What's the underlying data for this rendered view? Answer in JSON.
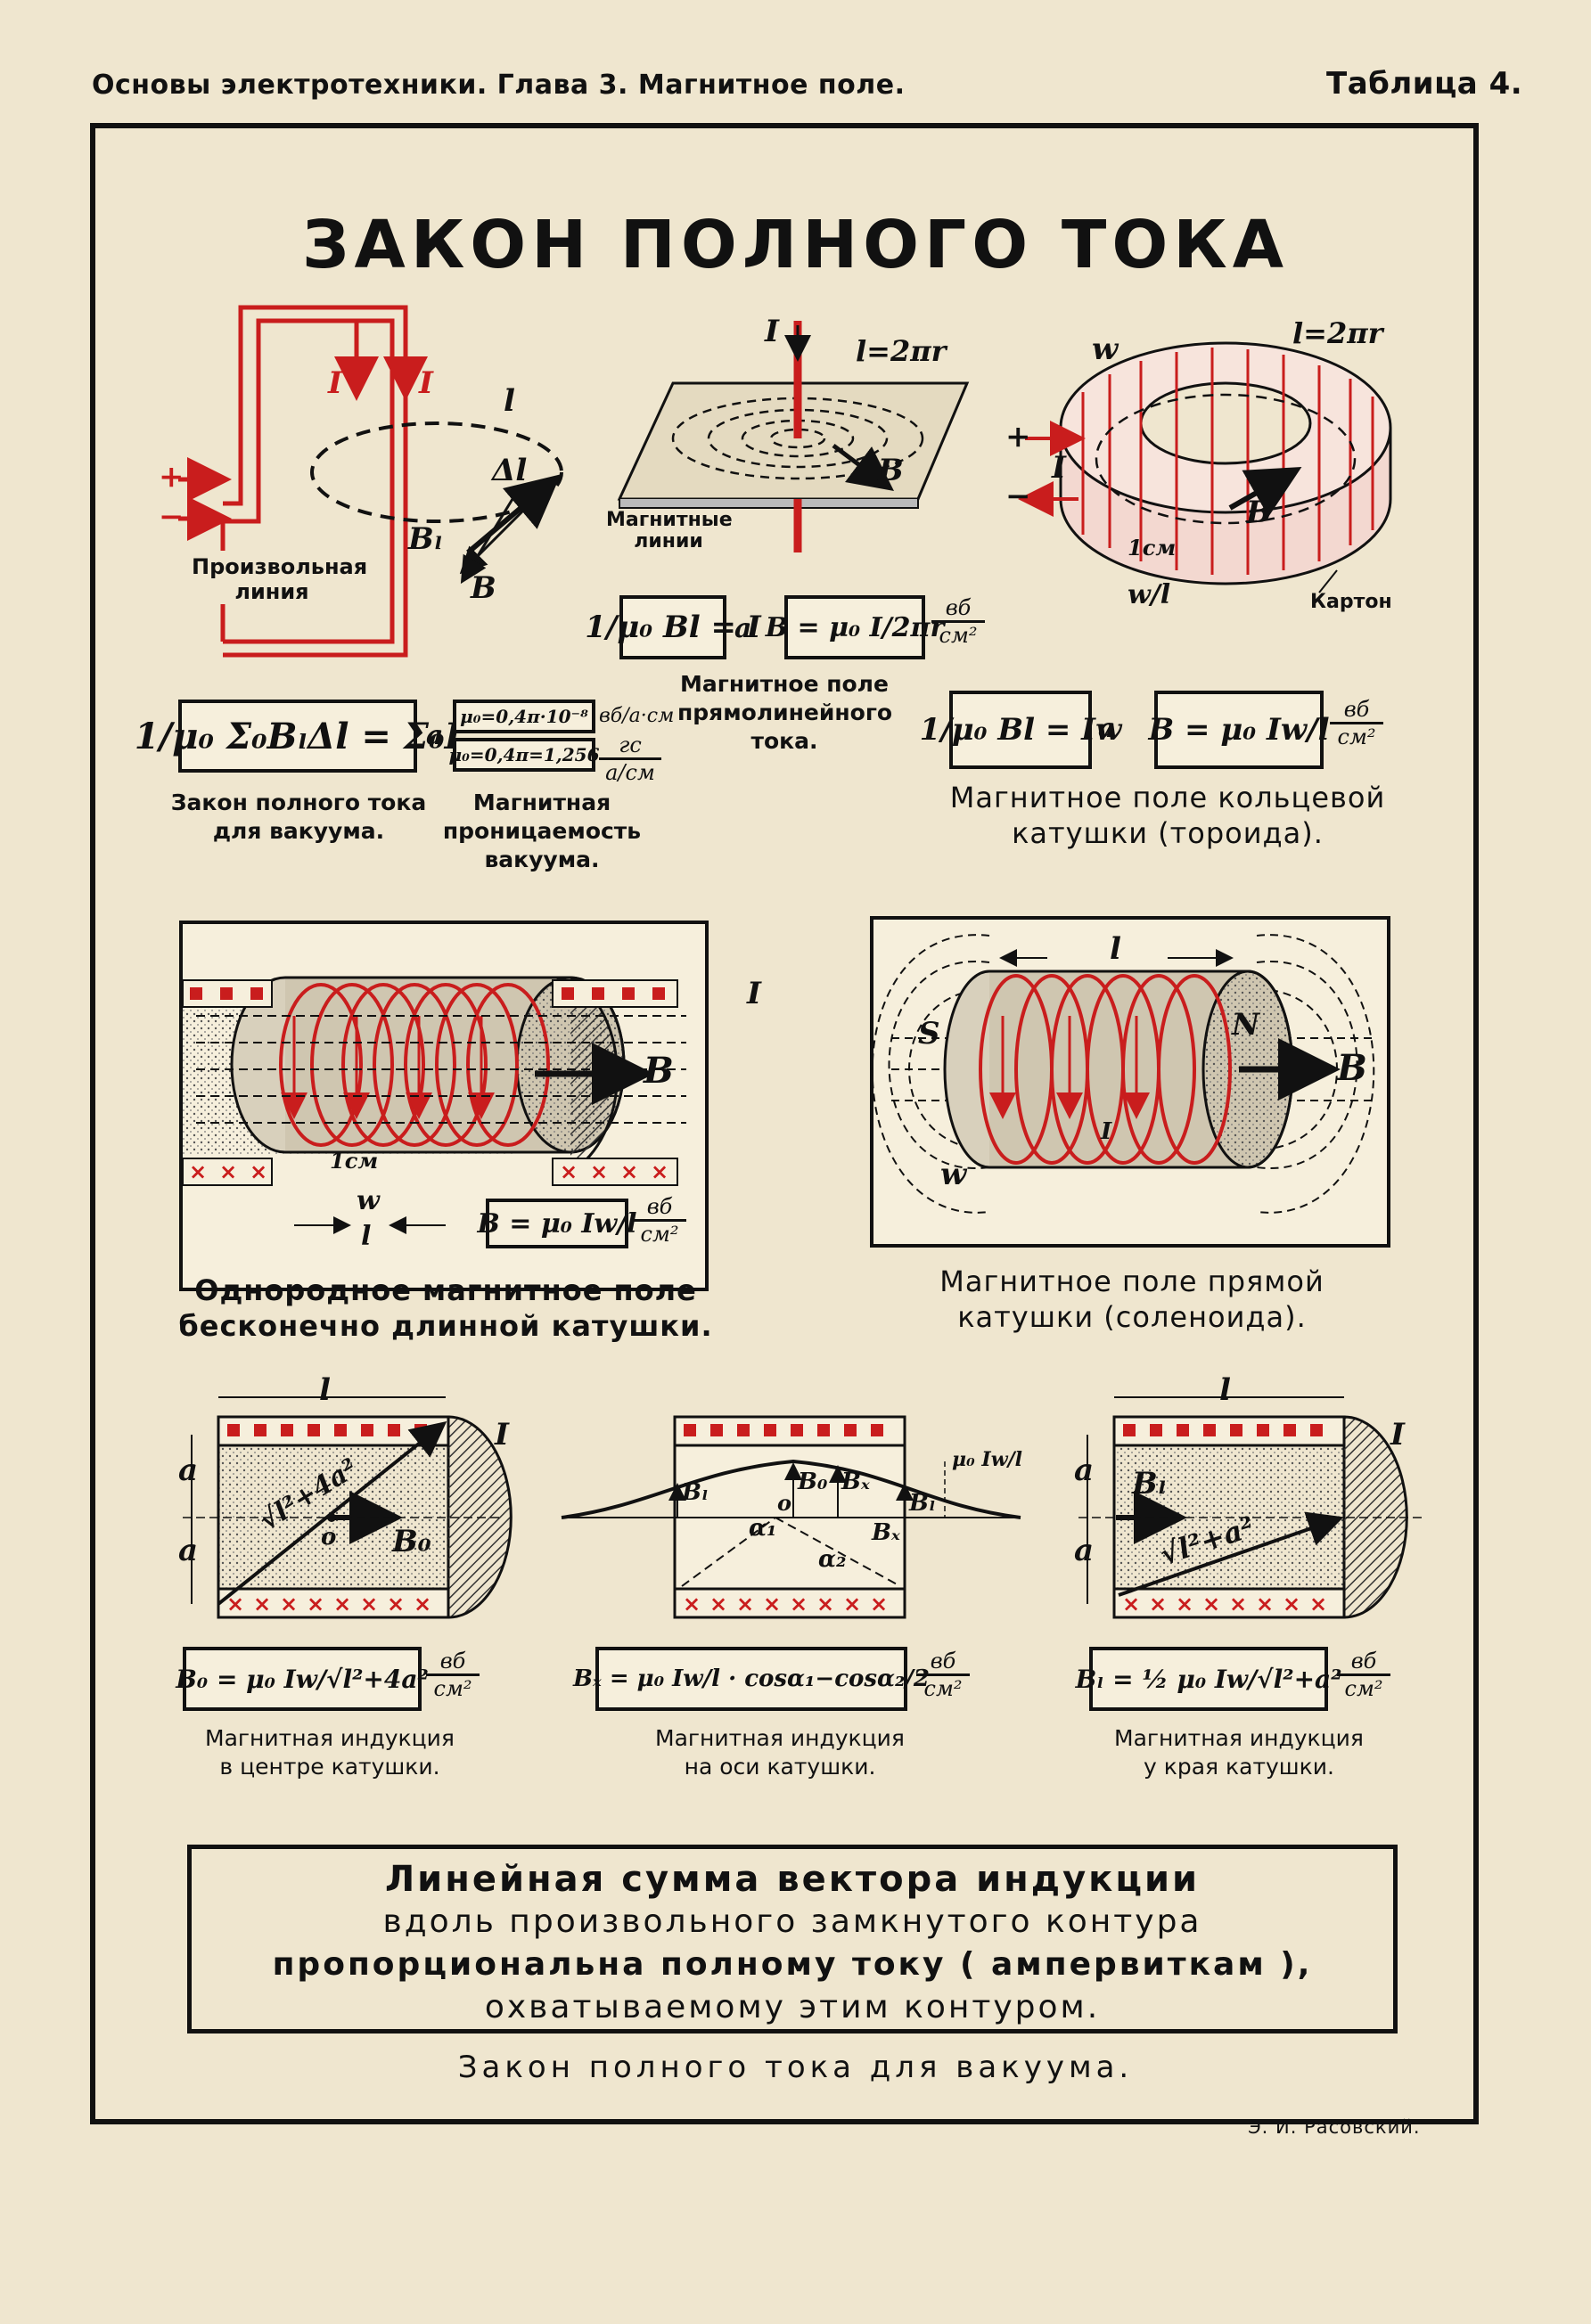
{
  "header": {
    "left": "Основы электротехники. Глава 3. Магнитное поле.",
    "right": "Таблица 4."
  },
  "title": "ЗАКОН ПОЛНОГО ТОКА",
  "fig1": {
    "labels": {
      "current1": "I",
      "current2": "I",
      "line": "l",
      "dl": "Δl",
      "bl": "Bₗ",
      "b": "B",
      "plus": "+",
      "minus": "−"
    },
    "box_caption": "Произвольная линия",
    "formula": "1/μ₀ Σ₀BₗΔl = Σ₀I",
    "formula_unit": "а",
    "caption": "Закон полного тока для вакуума."
  },
  "mu": {
    "line1": "μ₀=0,4π·10⁻⁸",
    "line1_unit": "вб/а·см",
    "line2": "μ₀=0,4π=1,256",
    "line2_unit_num": "гс",
    "line2_unit_den": "а/см",
    "caption": "Магнитная проницаемость вакуума."
  },
  "fig2": {
    "labels": {
      "current": "I",
      "l": "l=2πr",
      "b": "B"
    },
    "note": "Магнитные линии",
    "formula1": "1/μ₀ Bl = I",
    "formula1_unit": "а",
    "formula2": "B = μ₀ I/2πr",
    "unit_num": "вб",
    "unit_den": "см²",
    "caption": "Магнитное поле прямолинейного тока."
  },
  "fig3": {
    "labels": {
      "w": "w",
      "l": "l=2πr",
      "plus": "+",
      "minus": "−",
      "current": "I",
      "b": "B",
      "cm": "1см",
      "wl": "w/l"
    },
    "note": "Картон",
    "formula1": "1/μ₀ Bl = Iw",
    "formula1_unit": "а",
    "formula2": "B = μ₀ Iw/l",
    "unit_num": "вб",
    "unit_den": "см²",
    "caption": "Магнитное поле кольцевой катушки (тороида)."
  },
  "fig4": {
    "labels": {
      "b": "B",
      "current": "I",
      "cm": "1см",
      "w": "w",
      "l": "l"
    },
    "formula": "B = μ₀ Iw/l",
    "unit_num": "вб",
    "unit_den": "см²",
    "caption": "Однородное магнитное поле бесконечно длинной катушки."
  },
  "fig5": {
    "labels": {
      "s": "S",
      "n": "N",
      "b": "B",
      "l": "l",
      "w": "w",
      "current": "I"
    },
    "caption": "Магнитное поле прямой катушки (соленоида)."
  },
  "fig6": {
    "labels": {
      "l": "l",
      "a": "a",
      "diag": "√l²+4a²",
      "b0": "B₀",
      "o": "o",
      "current": "I"
    },
    "formula": "B₀ = μ₀ Iw/√l²+4a²",
    "unit_num": "вб",
    "unit_den": "см²",
    "caption": "Магнитная индукция в центре катушки."
  },
  "fig7": {
    "labels": {
      "bl": "Bₗ",
      "b0": "B₀",
      "bx": "Bₓ",
      "o": "o",
      "a1": "α₁",
      "a2": "α₂",
      "mu": "μ₀ Iw/l"
    },
    "formula": "Bₓ = μ₀ Iw/l · cosα₁−cosα₂/2",
    "unit_num": "вб",
    "unit_den": "см²",
    "caption": "Магнитная индукция на оси катушки."
  },
  "fig8": {
    "labels": {
      "l": "l",
      "a": "a",
      "bl": "Bₗ",
      "diag": "√l²+a²",
      "current": "I"
    },
    "formula": "Bₗ = ½ μ₀ Iw/√l²+a²",
    "unit_num": "вб",
    "unit_den": "см²",
    "caption": "Магнитная индукция у края катушки."
  },
  "conclusion": {
    "line1": "Линейная сумма вектора индукции",
    "line2": "вдоль произвольного замкнутого контура",
    "line3": "пропорциональна полному току ( ампервиткам ),",
    "line4": "охватываемому этим контуром."
  },
  "law": "Закон полного тока для вакуума.",
  "author": "Э. И. Расовский.",
  "colors": {
    "paper": "#efe6cf",
    "ink": "#111111",
    "red": "#c91d1d"
  }
}
